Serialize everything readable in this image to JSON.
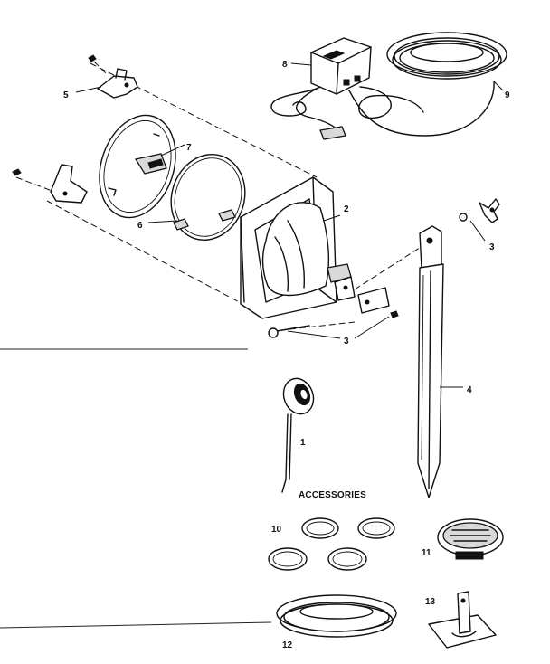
{
  "callouts": {
    "c1": "1",
    "c2": "2",
    "c3a": "3",
    "c3b": "3",
    "c4": "4",
    "c5": "5",
    "c6": "6",
    "c7": "7",
    "c8": "8",
    "c9": "9",
    "c10": "10",
    "c11": "11",
    "c12": "12",
    "c13": "13"
  },
  "accessories_heading": "ACCESSORIES"
}
